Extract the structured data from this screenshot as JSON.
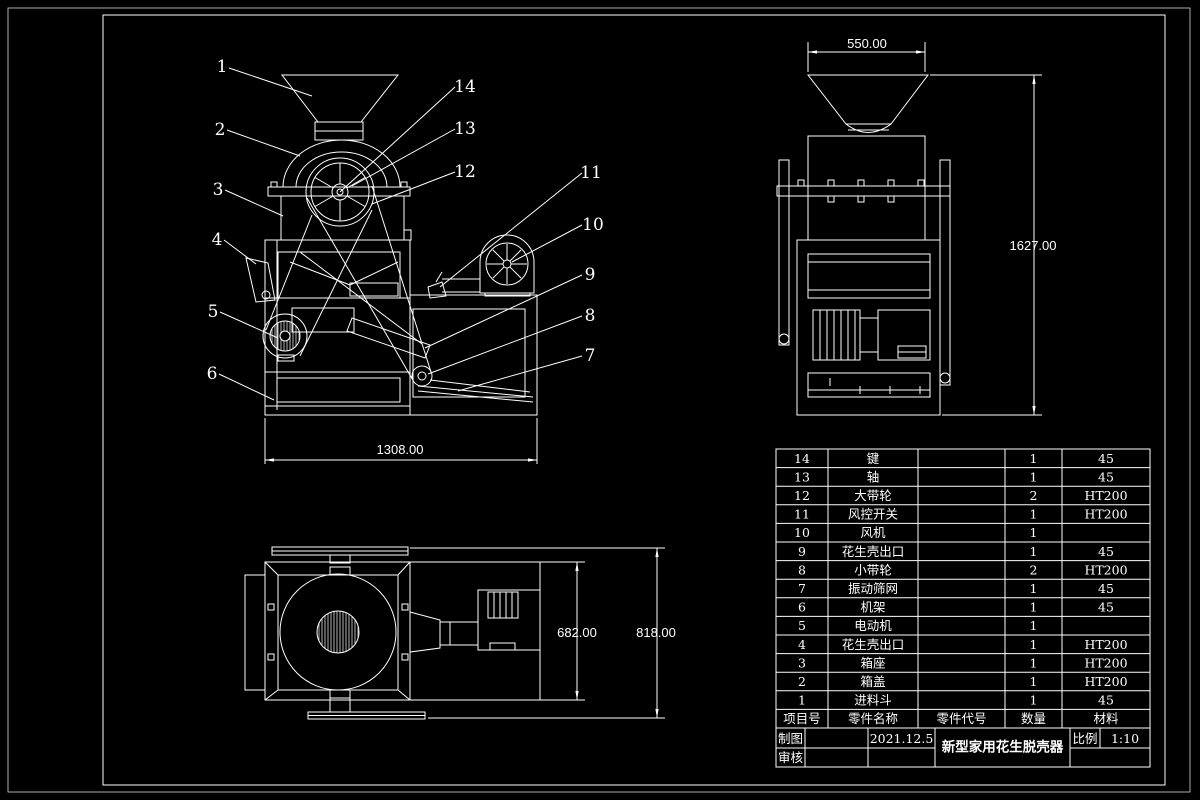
{
  "colors": {
    "background": "#000000",
    "line": "#ffffff"
  },
  "callouts": [
    "1",
    "2",
    "3",
    "4",
    "5",
    "6",
    "7",
    "8",
    "9",
    "10",
    "11",
    "12",
    "13",
    "14"
  ],
  "dimensions": {
    "front_length": "1308.00",
    "side_width": "550.00",
    "side_height": "1627.00",
    "top_depth": "682.00",
    "top_overall_depth": "818.00"
  },
  "parts_table": {
    "headers": [
      "项目号",
      "零件名称",
      "零件代号",
      "数量",
      "材料"
    ],
    "rows": [
      {
        "no": "14",
        "name": "键",
        "qty": "1",
        "material": "45"
      },
      {
        "no": "13",
        "name": "轴",
        "qty": "1",
        "material": "45"
      },
      {
        "no": "12",
        "name": "大带轮",
        "qty": "2",
        "material": "HT200"
      },
      {
        "no": "11",
        "name": "风控开关",
        "qty": "1",
        "material": "HT200"
      },
      {
        "no": "10",
        "name": "风机",
        "qty": "1"
      },
      {
        "no": "9",
        "name": "花生壳出口",
        "qty": "1",
        "material": "45"
      },
      {
        "no": "8",
        "name": "小带轮",
        "qty": "2",
        "material": "HT200"
      },
      {
        "no": "7",
        "name": "振动筛网",
        "qty": "1",
        "material": "45"
      },
      {
        "no": "6",
        "name": "机架",
        "qty": "1",
        "material": "45"
      },
      {
        "no": "5",
        "name": "电动机",
        "qty": "1"
      },
      {
        "no": "4",
        "name": "花生壳出口",
        "qty": "1",
        "material": "HT200"
      },
      {
        "no": "3",
        "name": "箱座",
        "qty": "1",
        "material": "HT200"
      },
      {
        "no": "2",
        "name": "箱盖",
        "qty": "1",
        "material": "HT200"
      },
      {
        "no": "1",
        "name": "进料斗",
        "qty": "1",
        "material": "45"
      }
    ]
  },
  "title_block": {
    "drawn_label": "制图",
    "checked_label": "审核",
    "date": "2021.12.5",
    "title": "新型家用花生脱壳器",
    "scale_label": "比例",
    "scale": "1:10"
  }
}
